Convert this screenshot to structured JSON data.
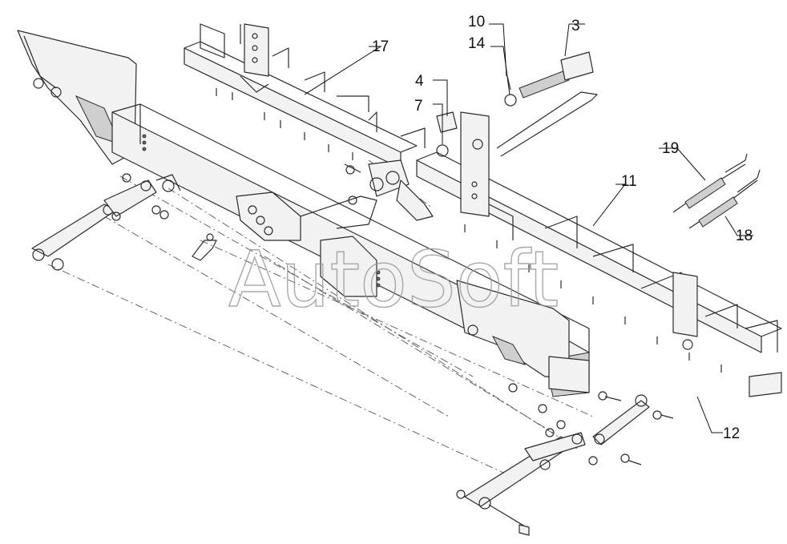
{
  "diagram": {
    "watermark": "AutoSoft",
    "callouts": [
      {
        "id": "c3",
        "label": "3"
      },
      {
        "id": "c4",
        "label": "4"
      },
      {
        "id": "c7",
        "label": "7"
      },
      {
        "id": "c10",
        "label": "10"
      },
      {
        "id": "c11",
        "label": "11"
      },
      {
        "id": "c12",
        "label": "12"
      },
      {
        "id": "c14",
        "label": "14"
      },
      {
        "id": "c17",
        "label": "17"
      },
      {
        "id": "c18",
        "label": "18"
      },
      {
        "id": "c19",
        "label": "19"
      }
    ]
  }
}
